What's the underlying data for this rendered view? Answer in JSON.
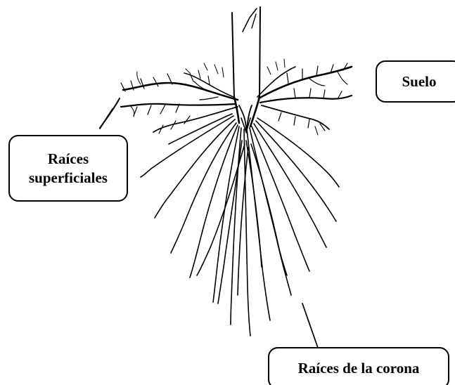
{
  "labels": {
    "soil": "Suelo",
    "surface_roots_line1": "Raíces",
    "surface_roots_line2": "superficiales",
    "crown_roots": "Raíces de la corona"
  },
  "colors": {
    "ink": "#000000",
    "background": "#ffffff"
  }
}
